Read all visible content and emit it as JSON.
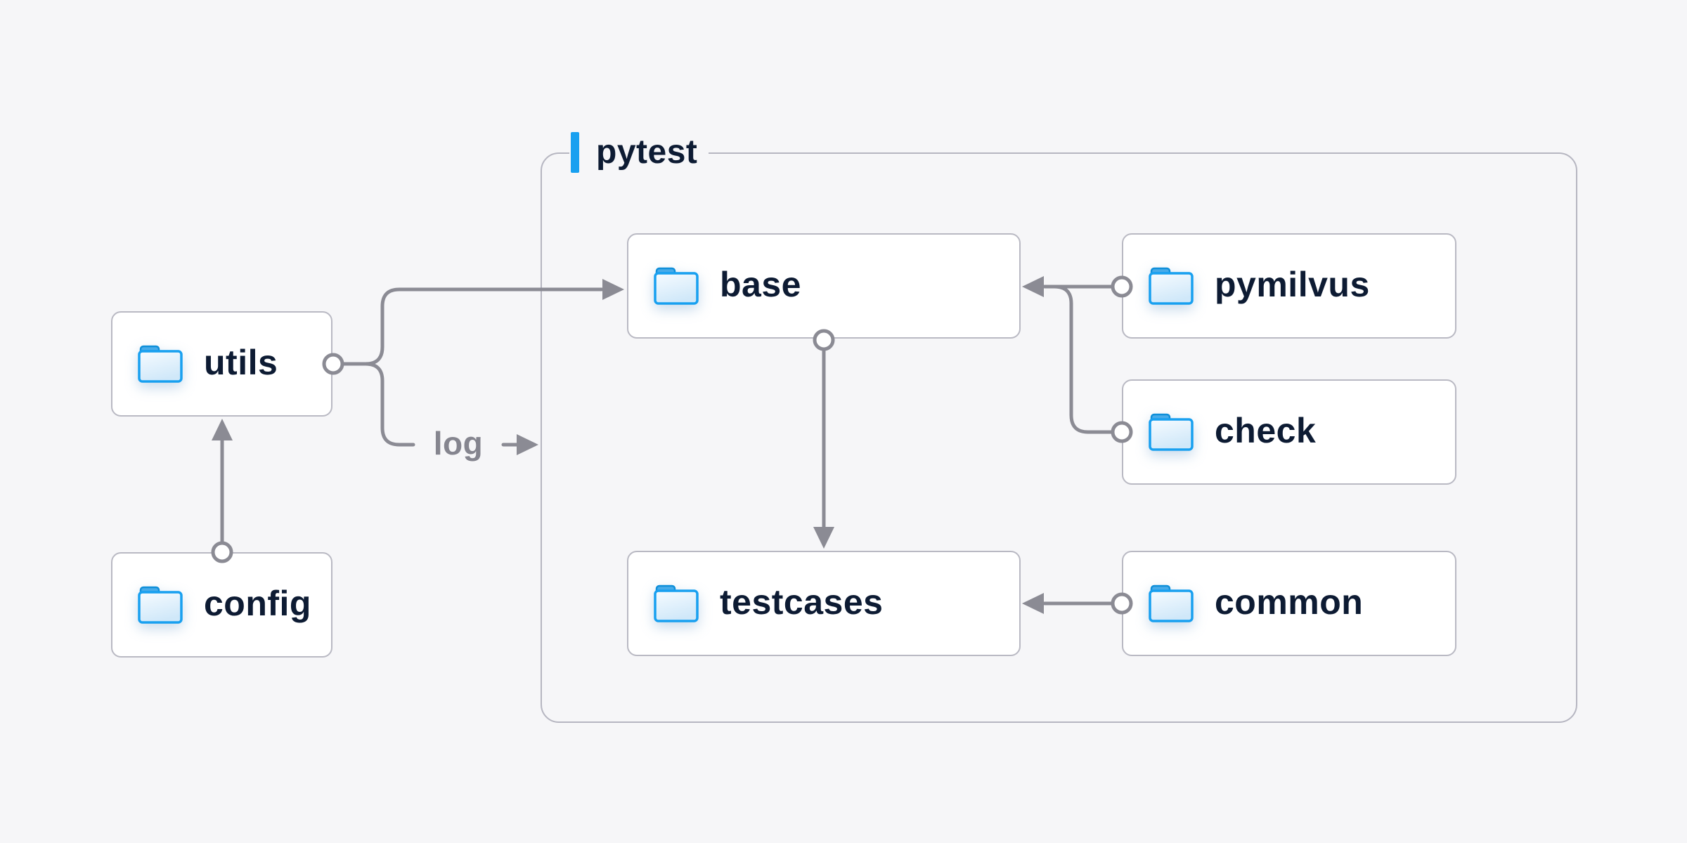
{
  "diagram": {
    "background_color": "#f6f6f8",
    "accent_blue": "#18a0f0",
    "line_color": "#8b8b94",
    "text_color": "#0d1b33",
    "node_border_color": "#b9b9c3"
  },
  "container": {
    "label": "pytest"
  },
  "nodes": [
    {
      "id": "utils",
      "label": "utils",
      "icon": "folder-icon"
    },
    {
      "id": "config",
      "label": "config",
      "icon": "folder-icon"
    },
    {
      "id": "base",
      "label": "base",
      "icon": "folder-icon"
    },
    {
      "id": "pymilvus",
      "label": "pymilvus",
      "icon": "folder-icon"
    },
    {
      "id": "check",
      "label": "check",
      "icon": "folder-icon"
    },
    {
      "id": "testcases",
      "label": "testcases",
      "icon": "folder-icon"
    },
    {
      "id": "common",
      "label": "common",
      "icon": "folder-icon"
    }
  ],
  "edges": [
    {
      "from": "config",
      "to": "utils",
      "label": ""
    },
    {
      "from": "utils",
      "to": "base",
      "label": ""
    },
    {
      "from": "utils",
      "to": "pytest-container",
      "label": "log"
    },
    {
      "from": "base",
      "to": "testcases",
      "label": ""
    },
    {
      "from": "pymilvus",
      "to": "base",
      "label": ""
    },
    {
      "from": "check",
      "to": "base",
      "label": ""
    },
    {
      "from": "common",
      "to": "testcases",
      "label": ""
    }
  ]
}
